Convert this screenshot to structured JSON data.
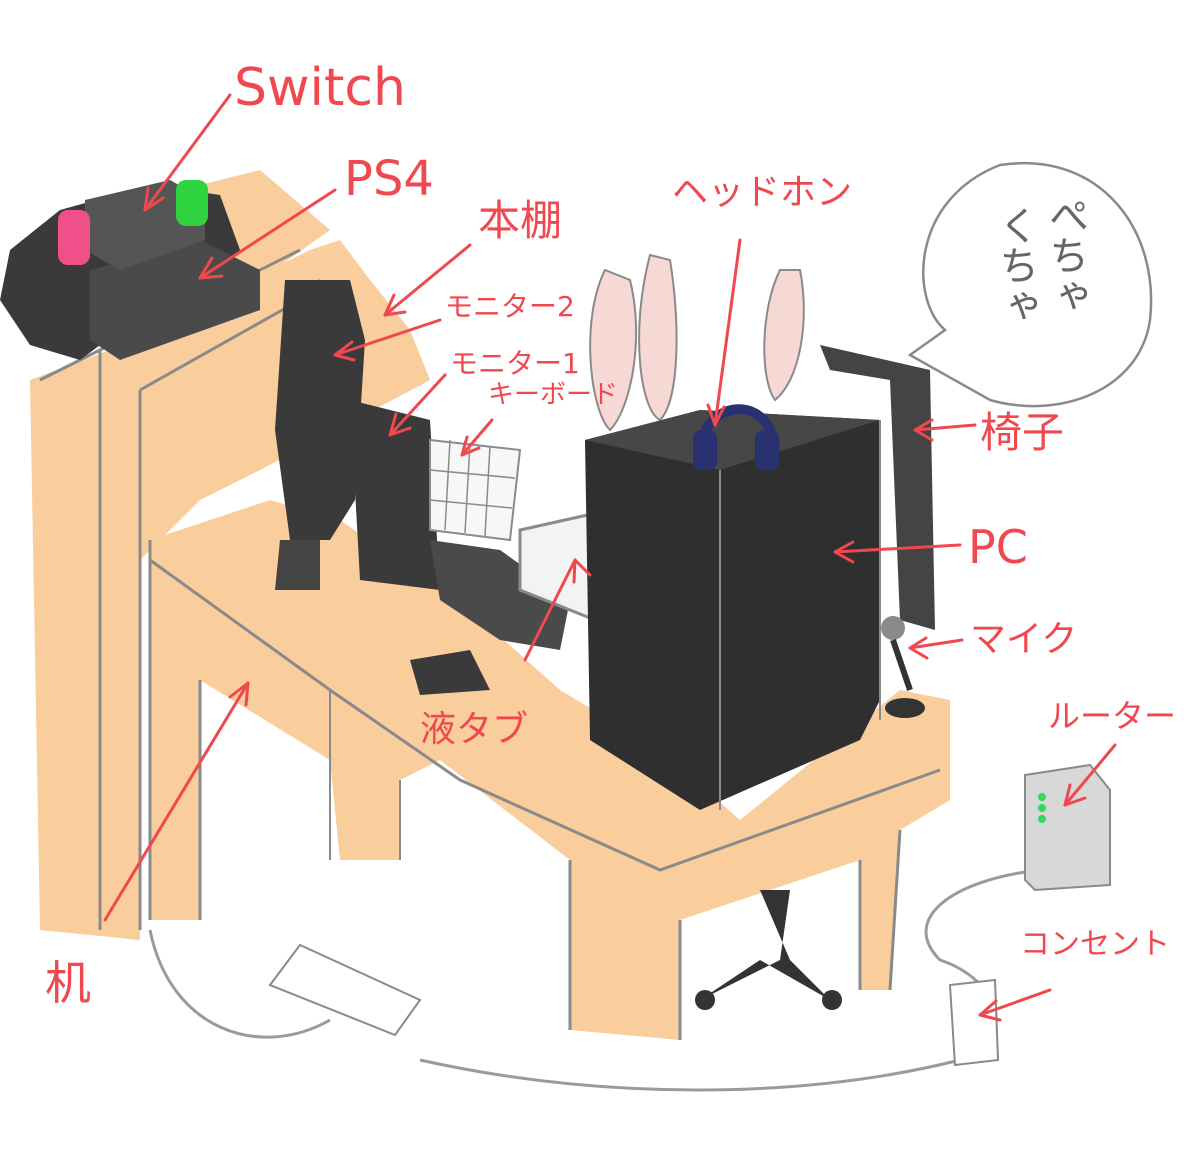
{
  "labels": {
    "switch": "Switch",
    "ps4": "PS4",
    "bookshelf": "本棚",
    "monitor2": "モニター2",
    "monitor1": "モニター1",
    "keyboard": "キーボード",
    "headphone": "ヘッドホン",
    "chair": "椅子",
    "pc": "PC",
    "mic": "マイク",
    "router": "ルーター",
    "pentab": "液タブ",
    "desk": "机",
    "outlet": "コンセント"
  },
  "speech_bubble": {
    "line1": "ぺちゃ",
    "line2": "くちゃ"
  },
  "colors": {
    "label_red": "#f0484f",
    "desk_wood": "#f9cd9c",
    "dark_device": "#3a3a3a",
    "sketch_gray": "#8a8a8a",
    "router_light": "#34d85a",
    "switch_pink": "#f0508a",
    "switch_green": "#2fd33f",
    "headphone_navy": "#2a3170",
    "ear_pink": "#f6d8d4"
  }
}
